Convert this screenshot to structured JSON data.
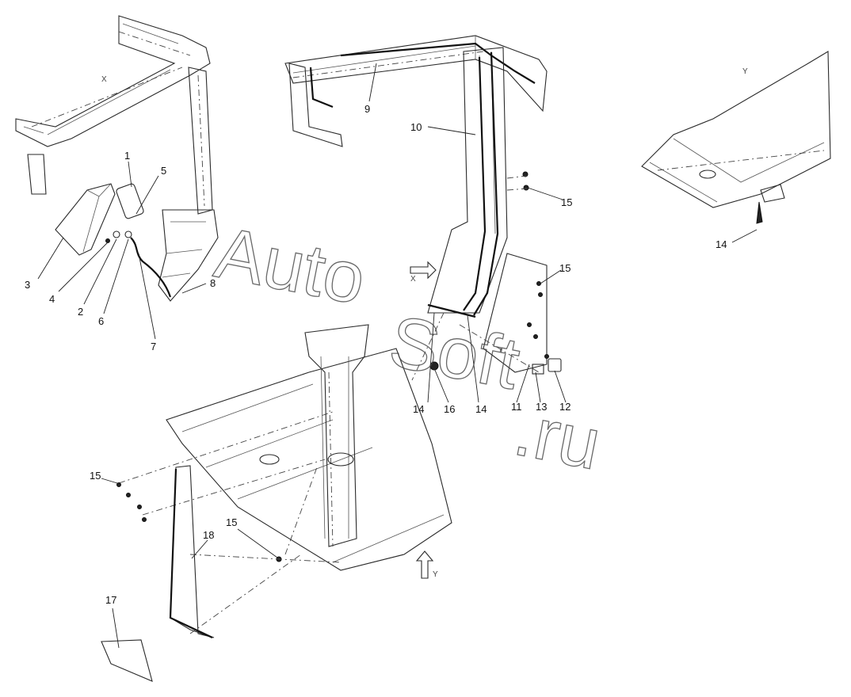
{
  "watermark": {
    "prefix": "Auto",
    "main": "Soft",
    "suffix": ".ru"
  },
  "views": {
    "x": "X",
    "y": "Y",
    "x_arrow": "X",
    "y_arrow": "Y"
  },
  "callouts": {
    "c1": "1",
    "c2": "2",
    "c3": "3",
    "c4": "4",
    "c5": "5",
    "c6": "6",
    "c7": "7",
    "c8": "8",
    "c9": "9",
    "c10": "10",
    "c11": "11",
    "c12": "12",
    "c13": "13",
    "c14a": "14",
    "c14b": "14",
    "c14c": "14",
    "c15a": "15",
    "c15b": "15",
    "c15c": "15",
    "c15d": "15",
    "c16": "16",
    "c17": "17",
    "c18": "18"
  }
}
